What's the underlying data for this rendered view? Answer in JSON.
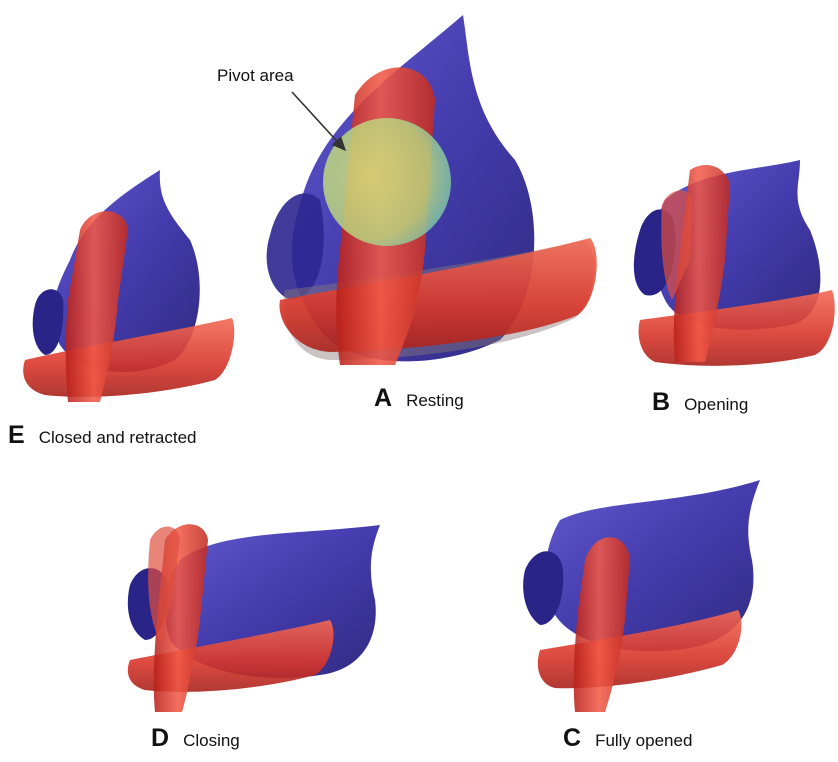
{
  "figure": {
    "colors": {
      "tentacle": "#c92a21",
      "tentacle_light": "#f06a55",
      "body": "#3a31a8",
      "body_light": "#6c66d6",
      "pivot_fill": "#c9e07a",
      "pivot_edge": "#6bc0b0",
      "shadow": "#9a9a9a"
    },
    "annotation": {
      "text": "Pivot area"
    },
    "panels": [
      {
        "id": "A",
        "letter": "A",
        "caption": "Resting"
      },
      {
        "id": "B",
        "letter": "B",
        "caption": "Opening"
      },
      {
        "id": "C",
        "letter": "C",
        "caption": "Fully opened"
      },
      {
        "id": "D",
        "letter": "D",
        "caption": "Closing"
      },
      {
        "id": "E",
        "letter": "E",
        "caption": "Closed and retracted"
      }
    ]
  }
}
